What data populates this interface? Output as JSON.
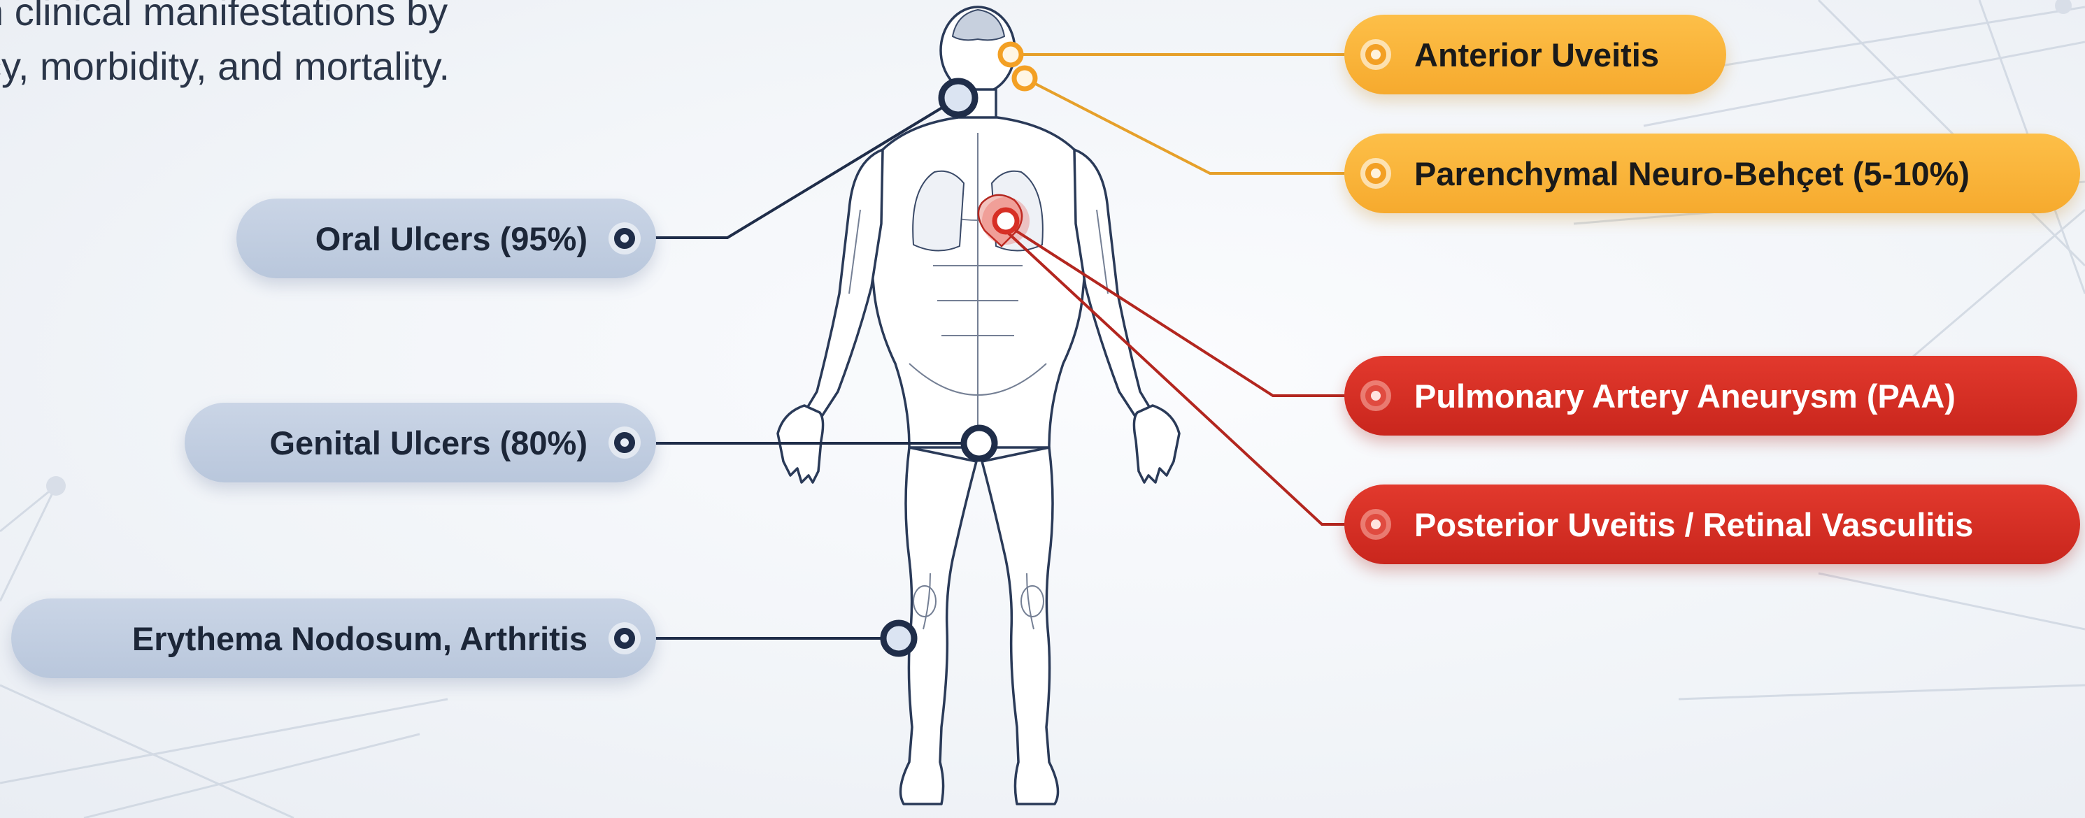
{
  "intro": {
    "line1": "n clinical manifestations by",
    "line2": "cy, morbidity, and mortality."
  },
  "labels_left": [
    {
      "id": "oral",
      "text": "Oral Ulcers (95%)"
    },
    {
      "id": "genital",
      "text": "Genital Ulcers (80%)"
    },
    {
      "id": "erythema",
      "text": "Erythema Nodosum, Arthritis"
    }
  ],
  "labels_right": [
    {
      "id": "anterior",
      "text": "Anterior Uveitis",
      "severity": "moderate"
    },
    {
      "id": "neuro",
      "text": "Parenchymal Neuro-Behçet (5-10%)",
      "severity": "moderate"
    },
    {
      "id": "paa",
      "text": "Pulmonary Artery Aneurysm (PAA)",
      "severity": "severe"
    },
    {
      "id": "posterior",
      "text": "Posterior Uveitis / Retinal Vasculitis",
      "severity": "severe"
    }
  ],
  "colors": {
    "mild": "#bcc9dd",
    "moderate": "#f8ae33",
    "severe": "#d42e24",
    "wire_dark": "#1f2d49",
    "wire_orange": "#e6a02a",
    "wire_red": "#b3261f"
  }
}
